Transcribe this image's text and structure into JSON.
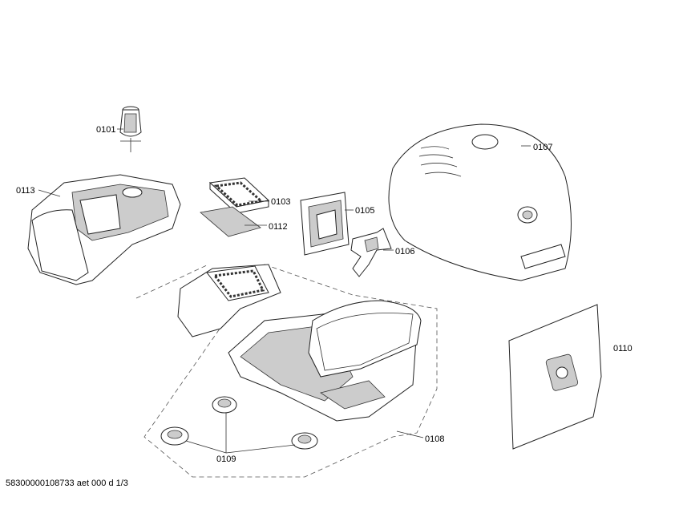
{
  "labels": {
    "p0101": "0101",
    "p0113": "0113",
    "p0103": "0103",
    "p0112": "0112",
    "p0105": "0105",
    "p0106": "0106",
    "p0107": "0107",
    "p0110": "0110",
    "p0108": "0108",
    "p0109": "0109"
  },
  "footer": "58300000108733 aet 000 d 1/3"
}
